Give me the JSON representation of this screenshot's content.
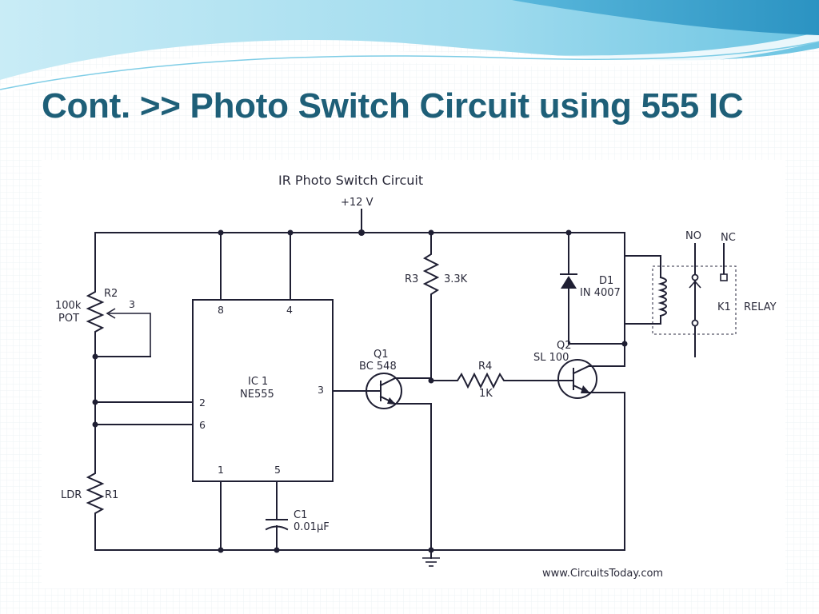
{
  "slide": {
    "title": "Cont. >> Photo Switch Circuit using 555 IC",
    "colors": {
      "title": "#1e5f78",
      "wave_light": "#bfe6f2",
      "wave_mid": "#7fcde6",
      "wave_dark": "#2f9fc7"
    }
  },
  "diagram": {
    "title": "IR Photo Switch Circuit",
    "supply": "+12 V",
    "credit": "www.CircuitsToday.com",
    "ic": {
      "ref": "IC 1",
      "part": "NE555",
      "pins": [
        "8",
        "4",
        "2",
        "6",
        "3",
        "1",
        "5"
      ]
    },
    "pot": {
      "value": "100k",
      "type": "POT",
      "ref": "R2",
      "wiper": "3"
    },
    "ldr": {
      "type": "LDR",
      "ref": "R1"
    },
    "r3": {
      "ref": "R3",
      "value": "3.3K"
    },
    "r4": {
      "ref": "R4",
      "value": "1K"
    },
    "q1": {
      "ref": "Q1",
      "part": "BC 548"
    },
    "q2": {
      "ref": "Q2",
      "part": "SL 100"
    },
    "d1": {
      "ref": "D1",
      "part": "IN 4007"
    },
    "c1": {
      "ref": "C1",
      "value": "0.01µF"
    },
    "relay": {
      "ref": "K1",
      "label": "RELAY",
      "no": "NO",
      "nc": "NC"
    }
  }
}
